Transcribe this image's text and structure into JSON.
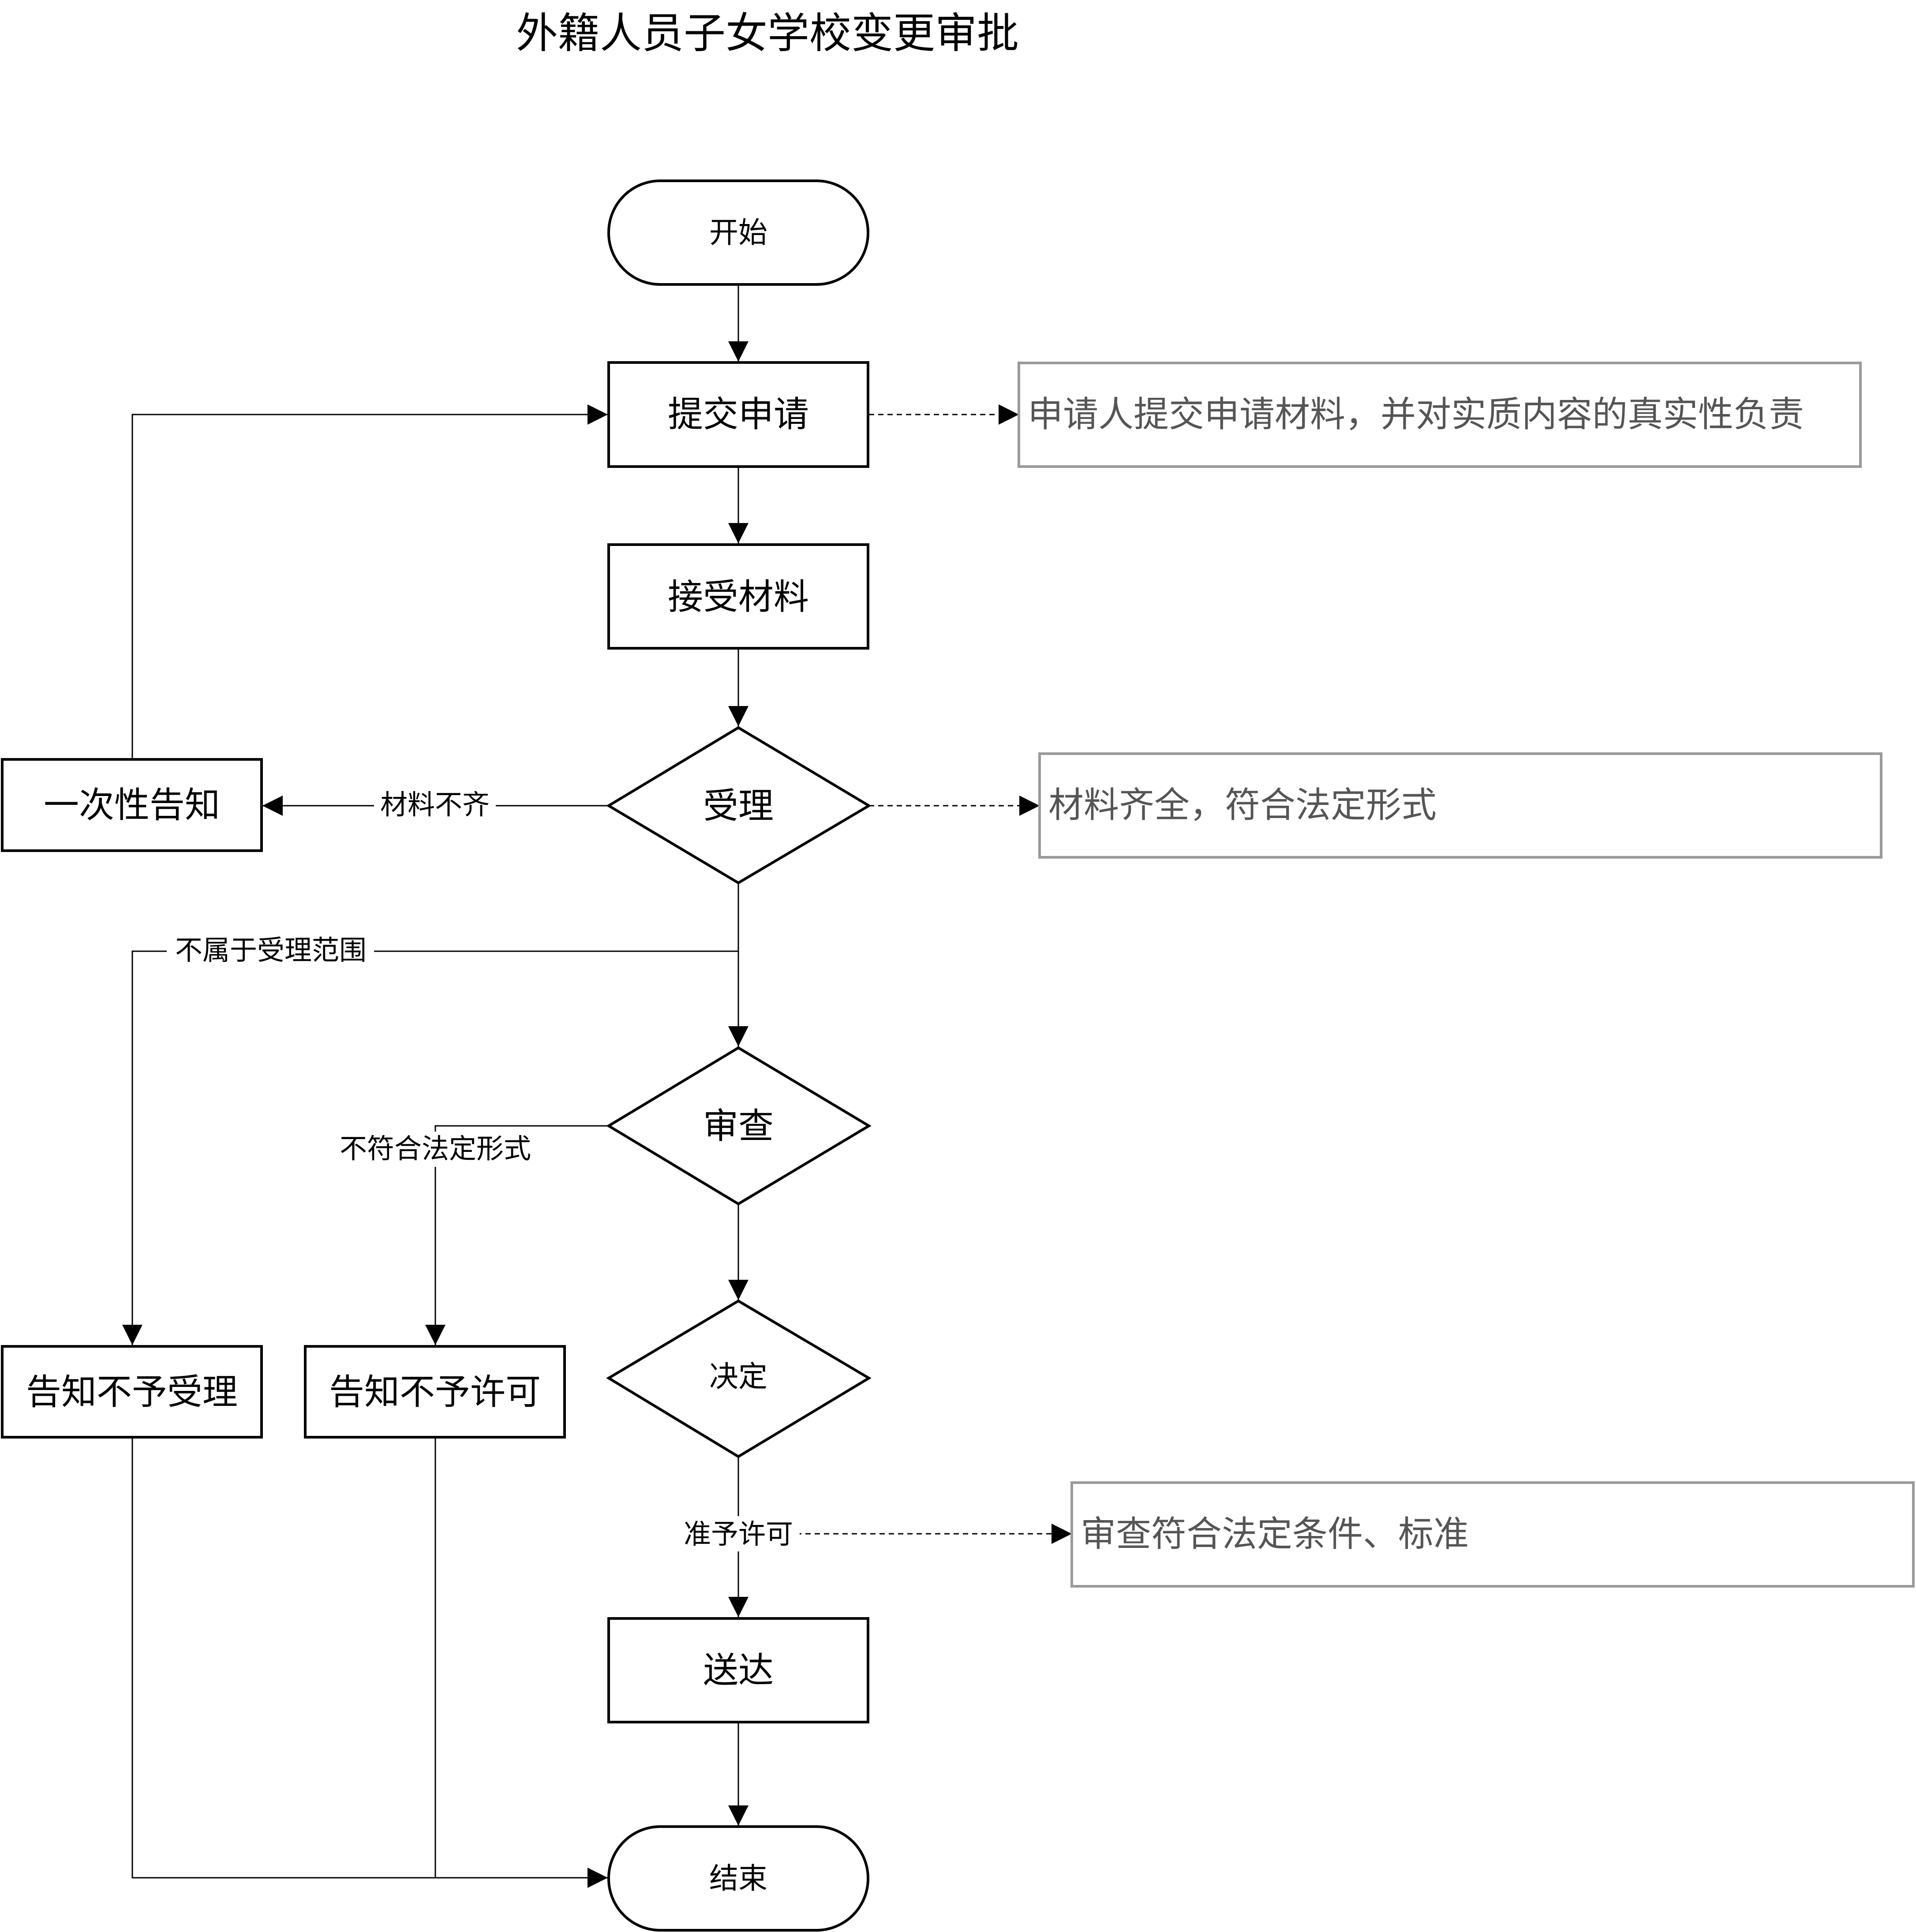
{
  "title": "外籍人员子女学校变更审批",
  "nodes": {
    "start": "开始",
    "submit": "提交申请",
    "receive": "接受材料",
    "accept": "受理",
    "notify_once": "一次性告知",
    "review": "审查",
    "decide": "决定",
    "reject_accept": "告知不予受理",
    "reject_permit": "告知不予许可",
    "deliver": "送达",
    "end": "结束"
  },
  "edge_labels": {
    "incomplete": "材料不齐",
    "out_of_scope": "不属于受理范围",
    "not_legal_form": "不符合法定形式",
    "approve": "准予许可"
  },
  "notes": {
    "submit_note": "申请人提交申请材料，并对实质内容的真实性负责",
    "accept_note": "材料齐全，符合法定形式",
    "approve_note": "审查符合法定条件、标准"
  }
}
